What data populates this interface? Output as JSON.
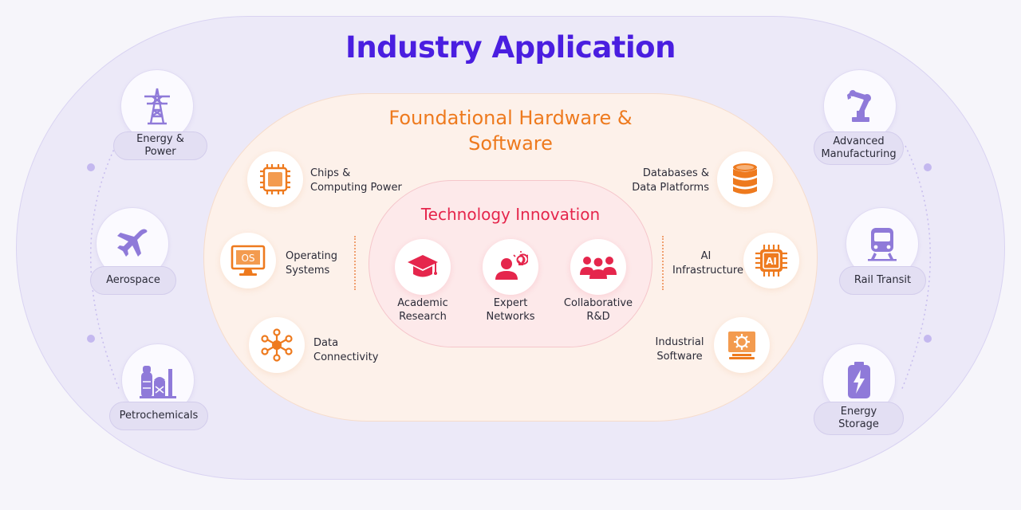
{
  "title": "Industry Application",
  "foundation": {
    "title_line1": "Foundational Hardware &",
    "title_line2": "Software",
    "items": [
      {
        "line1": "Chips &",
        "line2": "Computing Power",
        "icon": "chip-icon"
      },
      {
        "line1": "Operating",
        "line2": "Systems",
        "icon": "os-monitor-icon"
      },
      {
        "line1": "Data",
        "line2": "Connectivity",
        "icon": "network-hub-icon"
      },
      {
        "line1": "Databases &",
        "line2": "Data Platforms",
        "icon": "database-icon"
      },
      {
        "line1": "AI",
        "line2": "Infrastructure",
        "icon": "ai-chip-icon"
      },
      {
        "line1": "Industrial",
        "line2": "Software",
        "icon": "industrial-monitor-icon"
      }
    ],
    "os_badge": "OS",
    "ai_badge": "AI"
  },
  "technology": {
    "title": "Technology Innovation",
    "items": [
      {
        "line1": "Academic",
        "line2": "Research",
        "icon": "graduation-cap-icon"
      },
      {
        "line1": "Expert",
        "line2": "Networks",
        "icon": "expert-idea-icon"
      },
      {
        "line1": "Collaborative",
        "line2": "R&D",
        "icon": "team-icon"
      }
    ]
  },
  "industries": [
    {
      "label": "Energy & Power",
      "icon": "power-tower-icon"
    },
    {
      "label": "Aerospace",
      "icon": "airplane-icon"
    },
    {
      "label": "Petrochemicals",
      "icon": "refinery-icon"
    },
    {
      "line1": "Advanced",
      "line2": "Manufacturing",
      "icon": "robot-arm-icon"
    },
    {
      "label": "Rail Transit",
      "icon": "train-icon"
    },
    {
      "line1": "Energy",
      "line2": "Storage",
      "icon": "battery-icon"
    }
  ],
  "colors": {
    "industry_accent": "#4a1ee0",
    "foundation_accent": "#ee7a1e",
    "technology_accent": "#e5264c",
    "industry_icon": "#8f7ad9"
  }
}
